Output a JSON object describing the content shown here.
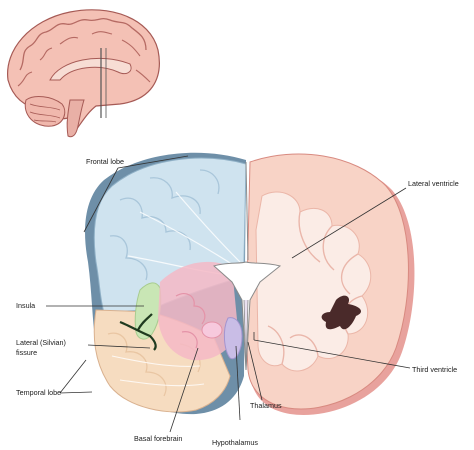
{
  "labels": {
    "frontal_lobe": "Frontal lobe",
    "lateral_ventricle": "Lateral ventricle",
    "insula": "Insula",
    "lateral_fissure_line1": "Lateral (Silvian)",
    "lateral_fissure_line2": "fissure",
    "temporal_lobe": "Temporal lobe",
    "basal_forebrain": "Basal forebrain",
    "thalamus": "Thalamus",
    "hypothalamus": "Hypothalamus",
    "third_ventricle": "Third ventricle"
  },
  "colors": {
    "frontal": "#cfe3ef",
    "frontal_edge": "#6e8fa8",
    "temporal": "#f6dcc0",
    "insula": "#c9e6b5",
    "basal_forebrain": "#f4b8c6",
    "thalamus_region": "#f7c9dd",
    "hypothalamus": "#c9bde6",
    "right_hemisphere": "#f8d3c6",
    "right_edge": "#e08c86",
    "white_matter": "#fbeee9",
    "sagittal_brain": "#f2b9ae"
  }
}
